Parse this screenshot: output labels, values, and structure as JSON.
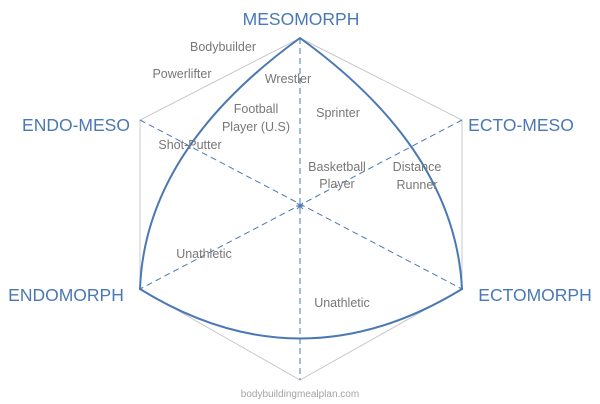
{
  "vertices": {
    "top": "MESOMORPH",
    "upper_left": "ENDO-MESO",
    "upper_right": "ECTO-MESO",
    "lower_left": "ENDOMORPH",
    "lower_right": "ECTOMORPH"
  },
  "athletes": {
    "bodybuilder": "Bodybuilder",
    "powerlifter": "Powerlifter",
    "wrestler": "Wrestler",
    "football_line1": "Football",
    "football_line2": "Player (U.S)",
    "sprinter": "Sprinter",
    "shot_putter": "Shot-Putter",
    "basketball_line1": "Basketball",
    "basketball_line2": "Player",
    "distance_line1": "Distance",
    "distance_line2": "Runner",
    "unathletic_left": "Unathletic",
    "unathletic_right": "Unathletic"
  },
  "watermark": "bodybuildingmealplan.com",
  "colors": {
    "outline": "#4a78b4",
    "hexagon": "#c8c8c8",
    "label_gray": "#777777"
  }
}
